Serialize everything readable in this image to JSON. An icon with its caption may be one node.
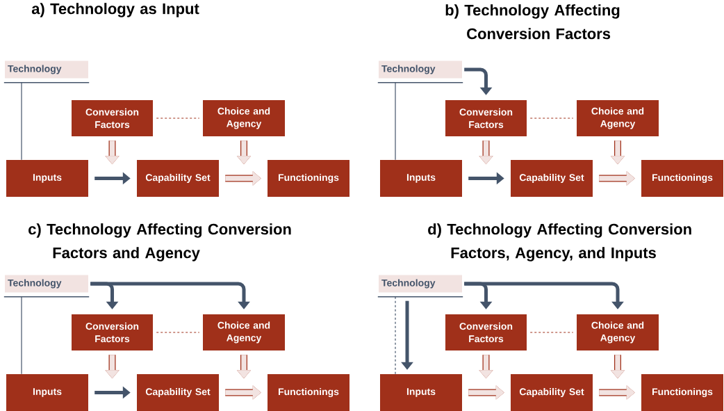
{
  "diagram": {
    "nodes": [
      {
        "text": [
          "Technology"
        ]
      },
      {
        "text": [
          "Conversion Factors"
        ]
      },
      {
        "text": [
          "Choice and Agency"
        ]
      },
      {
        "text": [
          "Inputs"
        ]
      },
      {
        "text": [
          "Capability Set"
        ]
      },
      {
        "text": [
          "Functionings"
        ]
      },
      {
        "text": [
          "Technology"
        ]
      },
      {
        "text": [
          "Conversion Factors"
        ]
      },
      {
        "text": [
          "Choice and Agency"
        ]
      },
      {
        "text": [
          "Inputs"
        ]
      },
      {
        "text": [
          "Capability Set"
        ]
      },
      {
        "text": [
          "Functionings"
        ]
      },
      {
        "text": [
          "Technology"
        ]
      },
      {
        "text": [
          "Conversion Factors"
        ]
      },
      {
        "text": [
          "Choice and Agency"
        ]
      },
      {
        "text": [
          "Inputs"
        ]
      },
      {
        "text": [
          "Capability Set"
        ]
      },
      {
        "text": [
          "Functionings"
        ]
      },
      {
        "text": [
          "Technology"
        ]
      },
      {
        "text": [
          "Conversion Factors"
        ]
      },
      {
        "text": [
          "Choice and Agency"
        ]
      },
      {
        "text": [
          "Inputs"
        ]
      },
      {
        "text": [
          "Capability Set"
        ]
      },
      {
        "text": [
          "Functionings"
        ]
      }
    ],
    "edges": [
      {
        "from": 0,
        "to": 3,
        "arrow": "none",
        "color": "#44546a"
      },
      {
        "from": 1,
        "to": 2,
        "arrow": "none",
        "style": "dashed",
        "color": "#a0301a"
      },
      {
        "from": 1,
        "to": null,
        "arrow": "to",
        "style": "thick"
      },
      {
        "from": 2,
        "to": null,
        "arrow": "to",
        "style": "thick"
      },
      {
        "from": 3,
        "to": 4,
        "arrow": "to",
        "color": "#44546a"
      },
      {
        "from": 4,
        "to": 5,
        "arrow": "to",
        "style": "thick"
      },
      {
        "from": 6,
        "to": 9,
        "arrow": "none",
        "color": "#44546a"
      },
      {
        "from": 7,
        "to": 8,
        "arrow": "none",
        "style": "dashed",
        "color": "#a0301a"
      },
      {
        "from": 7,
        "to": null,
        "arrow": "to",
        "style": "thick"
      },
      {
        "from": 8,
        "to": null,
        "arrow": "to",
        "style": "thick"
      },
      {
        "from": 9,
        "to": 10,
        "arrow": "to",
        "color": "#44546a"
      },
      {
        "from": 10,
        "to": 11,
        "arrow": "to",
        "style": "thick"
      },
      {
        "from": 6,
        "to": 7,
        "arrow": "to",
        "color": "#44546a"
      },
      {
        "from": 12,
        "to": 15,
        "arrow": "none",
        "color": "#44546a"
      },
      {
        "from": 13,
        "to": 14,
        "arrow": "none",
        "style": "dashed",
        "color": "#a0301a"
      },
      {
        "from": 13,
        "to": null,
        "arrow": "to",
        "style": "thick"
      },
      {
        "from": 14,
        "to": null,
        "arrow": "to",
        "style": "thick"
      },
      {
        "from": 15,
        "to": 16,
        "arrow": "to",
        "color": "#44546a"
      },
      {
        "from": 16,
        "to": 17,
        "arrow": "to",
        "style": "thick"
      },
      {
        "from": 12,
        "to": 13,
        "arrow": "to",
        "color": "#44546a"
      },
      {
        "from": 12,
        "to": 14,
        "arrow": "to",
        "color": "#44546a"
      },
      {
        "from": 18,
        "to": 21,
        "arrow": "none",
        "style": "dashed",
        "color": "#44546a"
      },
      {
        "from": 19,
        "to": 20,
        "arrow": "none",
        "style": "dashed",
        "color": "#a0301a"
      },
      {
        "from": 19,
        "to": null,
        "arrow": "to",
        "style": "thick"
      },
      {
        "from": 20,
        "to": null,
        "arrow": "to",
        "style": "thick"
      },
      {
        "from": 21,
        "to": 22,
        "arrow": "to",
        "style": "thick"
      },
      {
        "from": 22,
        "to": 23,
        "arrow": "to",
        "style": "thick"
      },
      {
        "from": 18,
        "to": 19,
        "arrow": "to",
        "color": "#44546a"
      },
      {
        "from": 18,
        "to": 20,
        "arrow": "to",
        "color": "#44546a"
      },
      {
        "from": 18,
        "to": 21,
        "arrow": "to",
        "color": "#44546a"
      }
    ],
    "labels": [
      "a) Technology as Input",
      "b) Technology Affecting Conversion Factors",
      "c) Technology Affecting Conversion Factors and Agency",
      "d) Technology Affecting Conversion Factors, Agency, and Inputs"
    ]
  }
}
